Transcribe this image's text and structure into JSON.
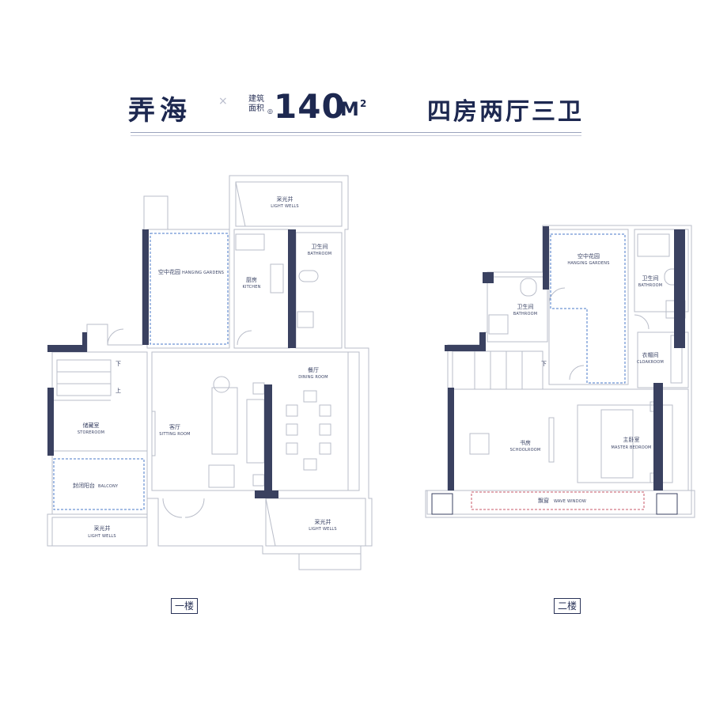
{
  "header": {
    "project_name": "弄海",
    "separator": "×",
    "area_label": "建筑面积",
    "area_icon": "◎",
    "area_value": "140",
    "area_unit": "M",
    "area_unit_sup": "2",
    "layout_desc": "四房两厅三卫"
  },
  "floor1": {
    "label": "一楼",
    "rooms": {
      "light_wells_top": {
        "zh": "采光井",
        "en": "LIGHT WELLS"
      },
      "hanging_gardens": {
        "zh": "空中花园",
        "en": "HANGING GARDENS"
      },
      "kitchen": {
        "zh": "厨房",
        "en": "KITCHEN"
      },
      "bathroom": {
        "zh": "卫生间",
        "en": "BATHROOM"
      },
      "dining_room": {
        "zh": "餐厅",
        "en": "DINING ROOM"
      },
      "sitting_room": {
        "zh": "客厅",
        "en": "SITTING ROOM"
      },
      "storeroom": {
        "zh": "储藏室",
        "en": "STOREROOM"
      },
      "balcony": {
        "zh": "封闭阳台",
        "en": "BALCONY"
      },
      "light_wells_left": {
        "zh": "采光井",
        "en": "LIGHT WELLS"
      },
      "light_wells_right": {
        "zh": "采光井",
        "en": "LIGHT WELLS"
      }
    },
    "stair_down": "下",
    "stair_up": "上"
  },
  "floor2": {
    "label": "二楼",
    "rooms": {
      "hanging_gardens": {
        "zh": "空中花园",
        "en": "HANGING GARDENS"
      },
      "bathroom_left": {
        "zh": "卫生间",
        "en": "BATHROOM"
      },
      "bathroom_right": {
        "zh": "卫生间",
        "en": "BATHROOM"
      },
      "cloakroom": {
        "zh": "衣帽间",
        "en": "CLOAKROOM"
      },
      "schoolroom": {
        "zh": "书房",
        "en": "SCHOOLROOM"
      },
      "master_bedroom": {
        "zh": "主卧室",
        "en": "MASTER BEDROOM"
      },
      "wave_window": {
        "zh": "飘窗",
        "en": "WAVE WINDOW"
      }
    },
    "stair_down": "下"
  },
  "colors": {
    "title": "#1d2850",
    "wall": "#3a4160",
    "outline": "#b9bdc9",
    "dashed_blue": "#4a78c8",
    "dashed_red": "#c85a6a"
  }
}
